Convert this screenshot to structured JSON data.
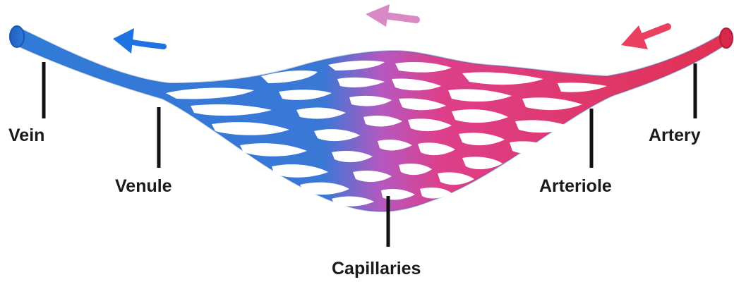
{
  "labels": {
    "vein": "Vein",
    "venule": "Venule",
    "capillaries": "Capillaries",
    "arteriole": "Arteriole",
    "artery": "Artery"
  },
  "colors": {
    "vein_blue": "#2f7ad8",
    "vein_blue_dark": "#1f5fc0",
    "artery_red": "#e2304f",
    "artery_red_dark": "#c81e3e",
    "capillary_pink": "#d84aa3",
    "arrow_blue": "#1f73e0",
    "arrow_pink": "#d98ac4",
    "arrow_red": "#e8405e"
  },
  "arrows": [
    {
      "name": "blue-flow-arrow",
      "direction": "left"
    },
    {
      "name": "pink-flow-arrow",
      "direction": "left"
    },
    {
      "name": "red-flow-arrow",
      "direction": "left"
    }
  ]
}
